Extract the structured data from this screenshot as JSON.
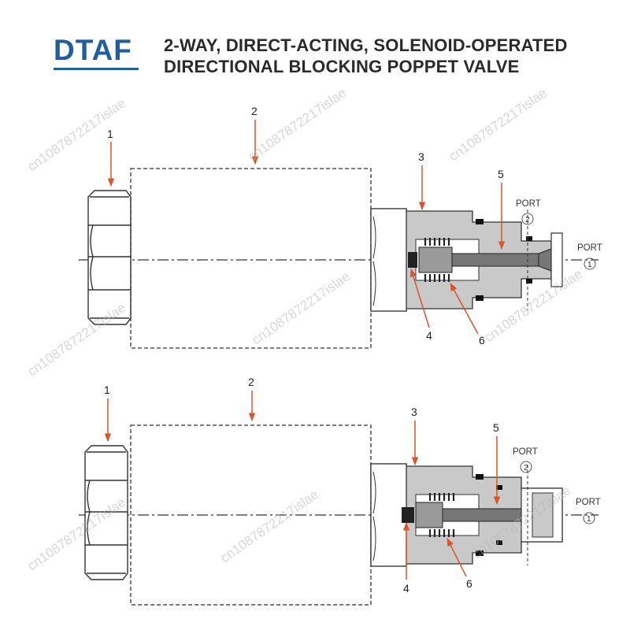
{
  "header": {
    "logo": "DTAF",
    "title_line1": "2-WAY, DIRECT-ACTING, SOLENOID-OPERATED",
    "title_line2": "DIRECTIONAL BLOCKING POPPET VALVE"
  },
  "callouts": {
    "c1": "1",
    "c2": "2",
    "c3": "3",
    "c4": "4",
    "c5": "5",
    "c6": "6"
  },
  "ports": {
    "label": "PORT",
    "port1": "1",
    "port2": "2"
  },
  "watermark": "cn1087872217islae",
  "colors": {
    "logo": "#1f5fa0",
    "callout_arrow": "#d9552b",
    "body_fill": "#c9c9c9"
  }
}
